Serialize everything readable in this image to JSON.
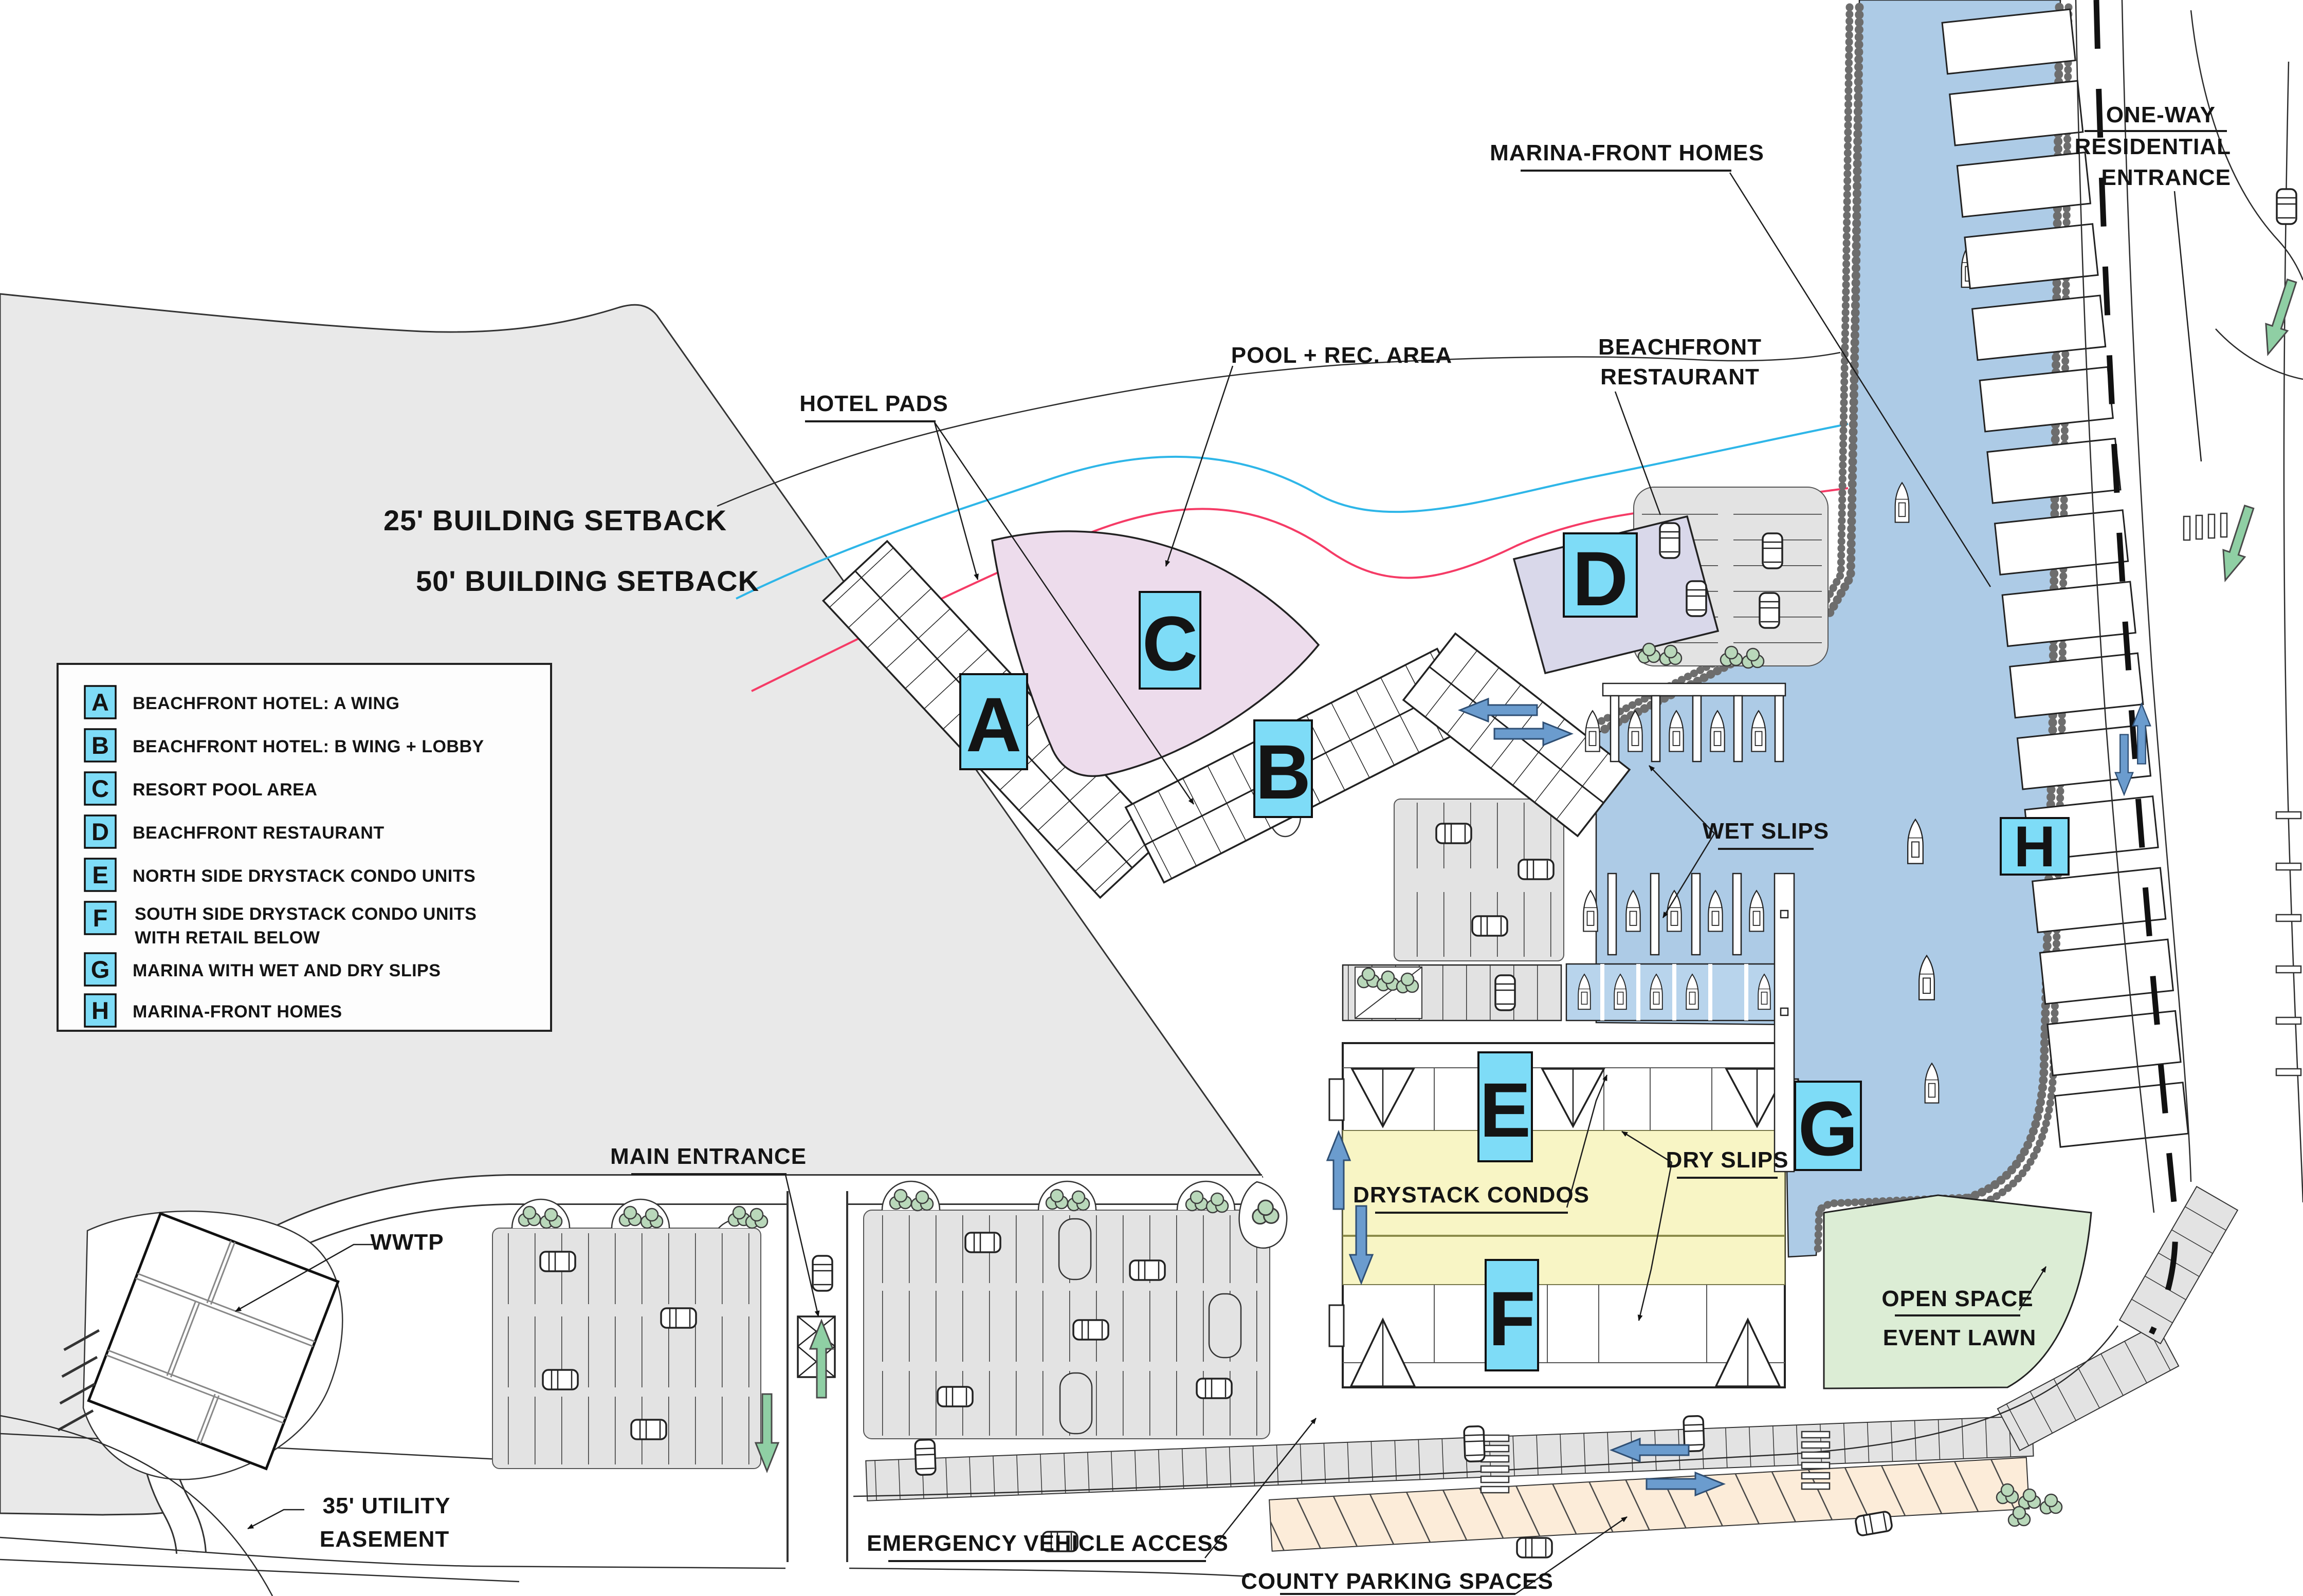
{
  "plan": {
    "setbacks": {
      "line25": "25' BUILDING SETBACK",
      "line50": "50' BUILDING SETBACK"
    },
    "callouts": {
      "hotel_pads": "HOTEL PADS",
      "pool_rec": "POOL + REC. AREA",
      "marina_front_homes": "MARINA-FRONT HOMES",
      "beachfront_restaurant": [
        "BEACHFRONT",
        "RESTAURANT"
      ],
      "one_way": [
        "ONE-WAY",
        "RESIDENTIAL",
        "ENTRANCE"
      ],
      "wet_slips": "WET SLIPS",
      "dry_slips": "DRY SLIPS",
      "drystack_condos": "DRYSTACK CONDOS",
      "open_space": [
        "OPEN SPACE",
        "EVENT LAWN"
      ],
      "main_entrance": "MAIN ENTRANCE",
      "wwtp": "WWTP",
      "utility_easement": [
        "35' UTILITY",
        "EASEMENT"
      ],
      "emergency": "EMERGENCY VEHICLE ACCESS",
      "county_parking": "COUNTY PARKING SPACES"
    },
    "legend": {
      "items": [
        {
          "key": "A",
          "label": "BEACHFRONT HOTEL: A WING"
        },
        {
          "key": "B",
          "label": "BEACHFRONT HOTEL: B WING + LOBBY"
        },
        {
          "key": "C",
          "label": "RESORT POOL AREA"
        },
        {
          "key": "D",
          "label": "BEACHFRONT RESTAURANT"
        },
        {
          "key": "E",
          "label": "NORTH SIDE DRYSTACK CONDO UNITS"
        },
        {
          "key": "F",
          "label": "SOUTH SIDE DRYSTACK CONDO UNITS",
          "label2": "WITH RETAIL BELOW"
        },
        {
          "key": "G",
          "label": "MARINA WITH WET AND DRY SLIPS"
        },
        {
          "key": "H",
          "label": "MARINA-FRONT HOMES"
        }
      ]
    },
    "colors": {
      "water": "#adcbe6",
      "marker_chip": "#7edcf7",
      "pool_area": "#eddcec",
      "restaurant": "#d9d8ea",
      "drystack": "#f8f5c5",
      "event_lawn": "#dcedd5",
      "county_parking": "#fcecd9",
      "land_gray": "#e9e9e9",
      "parking_gray": "#e3e3e3",
      "tree_green": "#b9d8ba",
      "green_arrow": "#8fcfa4",
      "blue_arrow": "#6b9cce",
      "setback_25_line": "#2eb6e8",
      "setback_50_line": "#f53b66"
    }
  }
}
